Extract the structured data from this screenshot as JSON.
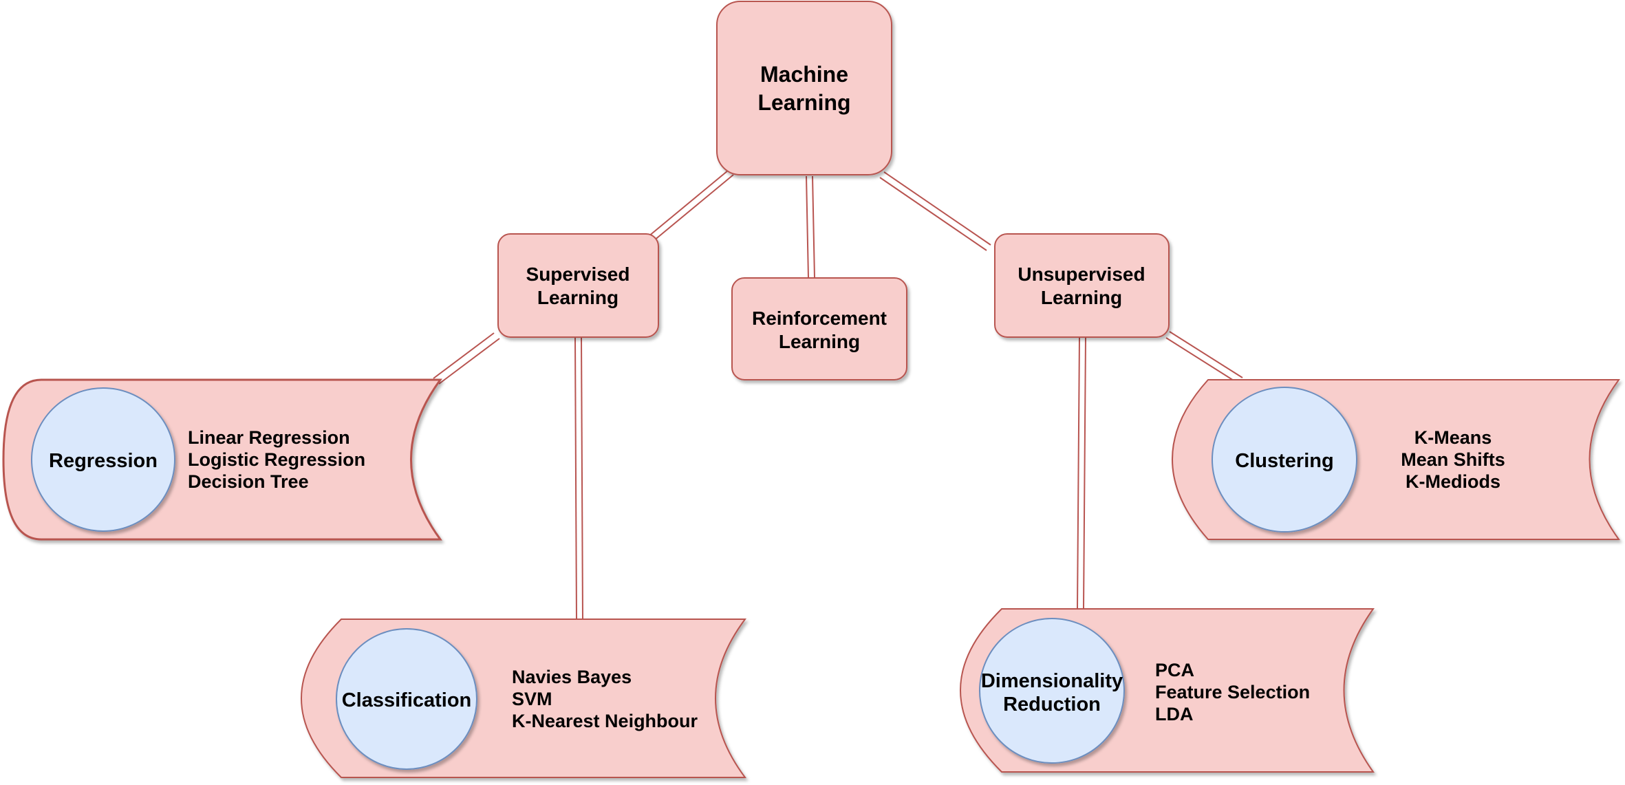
{
  "colors": {
    "node_fill": "#f8cecc",
    "node_stroke": "#b85450",
    "circle_fill": "#dae8fc",
    "circle_stroke": "#6c8ebf"
  },
  "root": {
    "line1": "Machine",
    "line2": "Learning"
  },
  "supervised": {
    "line1": "Supervised",
    "line2": "Learning"
  },
  "reinforcement": {
    "line1": "Reinforcement",
    "line2": "Learning"
  },
  "unsupervised": {
    "line1": "Unsupervised",
    "line2": "Learning"
  },
  "regression": {
    "label": "Regression",
    "items": [
      "Linear Regression",
      "Logistic Regression",
      "Decision Tree"
    ]
  },
  "classification": {
    "label": "Classification",
    "items": [
      "Navies Bayes",
      "SVM",
      "K-Nearest Neighbour"
    ]
  },
  "clustering": {
    "label": "Clustering",
    "items": [
      "K-Means",
      "Mean Shifts",
      "K-Mediods"
    ]
  },
  "dimensionality": {
    "label_line1": "Dimensionality",
    "label_line2": "Reduction",
    "items": [
      "PCA",
      "Feature Selection",
      "LDA"
    ]
  }
}
